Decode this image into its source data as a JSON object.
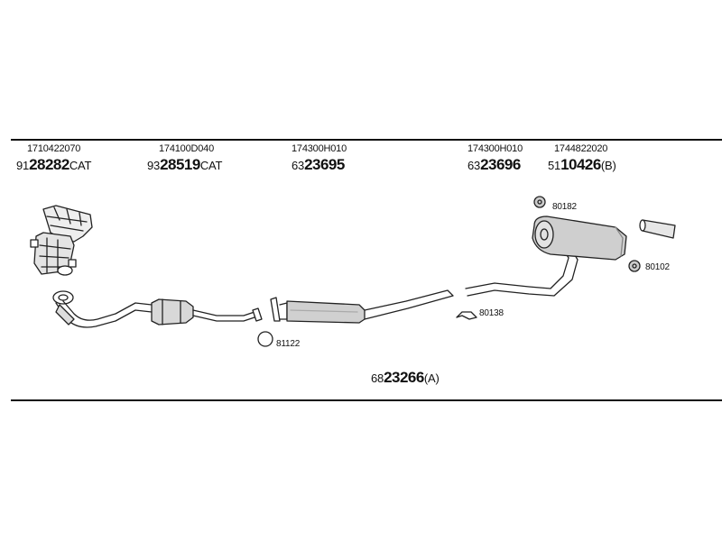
{
  "oem_numbers": [
    "1710422070",
    "174100D040",
    "174300H010",
    "174300H010",
    "1744822020"
  ],
  "parts": [
    {
      "prefix": "91",
      "main": "28282",
      "suffix": "CAT"
    },
    {
      "prefix": "93",
      "main": "28519",
      "suffix": "CAT"
    },
    {
      "prefix": "63",
      "main": "23695",
      "suffix": ""
    },
    {
      "prefix": "63",
      "main": "23696",
      "suffix": ""
    },
    {
      "prefix": "51",
      "main": "10426",
      "suffix": "(B)"
    }
  ],
  "kit": {
    "prefix": "68",
    "main": "23266",
    "suffix": "(A)"
  },
  "small_parts": [
    "80182",
    "80102",
    "80138",
    "81122"
  ]
}
